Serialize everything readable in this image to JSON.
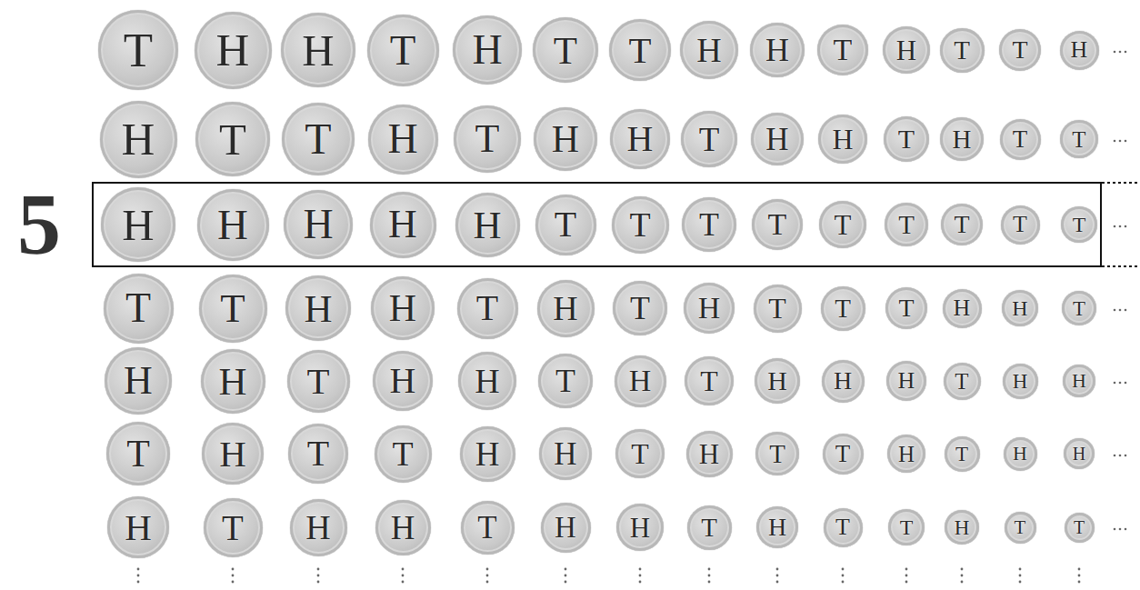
{
  "diagram": {
    "nodes": [
      {
        "text": [
          "T"
        ]
      },
      {
        "text": [
          "H"
        ]
      },
      {
        "text": [
          "H"
        ]
      },
      {
        "text": [
          "T"
        ]
      },
      {
        "text": [
          "H"
        ]
      },
      {
        "text": [
          "T"
        ]
      },
      {
        "text": [
          "T"
        ]
      },
      {
        "text": [
          "H"
        ]
      },
      {
        "text": [
          "H"
        ]
      },
      {
        "text": [
          "T"
        ]
      },
      {
        "text": [
          "H"
        ]
      },
      {
        "text": [
          "T"
        ]
      },
      {
        "text": [
          "T"
        ]
      },
      {
        "text": [
          "H"
        ]
      },
      {
        "text": [
          "H"
        ]
      },
      {
        "text": [
          "T"
        ]
      },
      {
        "text": [
          "T"
        ]
      },
      {
        "text": [
          "H"
        ]
      },
      {
        "text": [
          "T"
        ]
      },
      {
        "text": [
          "H"
        ]
      },
      {
        "text": [
          "H"
        ]
      },
      {
        "text": [
          "T"
        ]
      },
      {
        "text": [
          "H"
        ]
      },
      {
        "text": [
          "H"
        ]
      },
      {
        "text": [
          "T"
        ]
      },
      {
        "text": [
          "H"
        ]
      },
      {
        "text": [
          "T"
        ]
      },
      {
        "text": [
          "T"
        ]
      },
      {
        "text": [
          "5"
        ]
      },
      {
        "text": [
          "H"
        ],
        "in": 28
      },
      {
        "text": [
          "H"
        ],
        "in": 28
      },
      {
        "text": [
          "H"
        ],
        "in": 28
      },
      {
        "text": [
          "H"
        ],
        "in": 28
      },
      {
        "text": [
          "H"
        ],
        "in": 28
      },
      {
        "text": [
          "T"
        ],
        "in": 28
      },
      {
        "text": [
          "T"
        ],
        "in": 28
      },
      {
        "text": [
          "T"
        ],
        "in": 28
      },
      {
        "text": [
          "T"
        ],
        "in": 28
      },
      {
        "text": [
          "T"
        ],
        "in": 28
      },
      {
        "text": [
          "T"
        ],
        "in": 28
      },
      {
        "text": [
          "T"
        ],
        "in": 28
      },
      {
        "text": [
          "T"
        ],
        "in": 28
      },
      {
        "text": [
          "T"
        ],
        "in": 28
      },
      {
        "text": [
          "T"
        ]
      },
      {
        "text": [
          "T"
        ]
      },
      {
        "text": [
          "H"
        ]
      },
      {
        "text": [
          "H"
        ]
      },
      {
        "text": [
          "T"
        ]
      },
      {
        "text": [
          "H"
        ]
      },
      {
        "text": [
          "T"
        ]
      },
      {
        "text": [
          "H"
        ]
      },
      {
        "text": [
          "T"
        ]
      },
      {
        "text": [
          "T"
        ]
      },
      {
        "text": [
          "T"
        ]
      },
      {
        "text": [
          "H"
        ]
      },
      {
        "text": [
          "H"
        ]
      },
      {
        "text": [
          "T"
        ]
      },
      {
        "text": [
          "H"
        ]
      },
      {
        "text": [
          "H"
        ]
      },
      {
        "text": [
          "T"
        ]
      },
      {
        "text": [
          "H"
        ]
      },
      {
        "text": [
          "H"
        ]
      },
      {
        "text": [
          "T"
        ]
      },
      {
        "text": [
          "H"
        ]
      },
      {
        "text": [
          "T"
        ]
      },
      {
        "text": [
          "H"
        ]
      },
      {
        "text": [
          "H"
        ]
      },
      {
        "text": [
          "H"
        ]
      },
      {
        "text": [
          "T"
        ]
      },
      {
        "text": [
          "H"
        ]
      },
      {
        "text": [
          "H"
        ]
      },
      {
        "text": [
          "T"
        ]
      },
      {
        "text": [
          "H"
        ]
      },
      {
        "text": [
          "T"
        ]
      },
      {
        "text": [
          "T"
        ]
      },
      {
        "text": [
          "H"
        ]
      },
      {
        "text": [
          "H"
        ]
      },
      {
        "text": [
          "T"
        ]
      },
      {
        "text": [
          "H"
        ]
      },
      {
        "text": [
          "T"
        ]
      },
      {
        "text": [
          "T"
        ]
      },
      {
        "text": [
          "H"
        ]
      },
      {
        "text": [
          "T"
        ]
      },
      {
        "text": [
          "H"
        ]
      },
      {
        "text": [
          "H"
        ]
      },
      {
        "text": [
          "H"
        ]
      },
      {
        "text": [
          "T"
        ]
      },
      {
        "text": [
          "H"
        ]
      },
      {
        "text": [
          "H"
        ]
      },
      {
        "text": [
          "T"
        ]
      },
      {
        "text": [
          "H"
        ]
      },
      {
        "text": [
          "H"
        ]
      },
      {
        "text": [
          "T"
        ]
      },
      {
        "text": [
          "H"
        ]
      },
      {
        "text": [
          "T"
        ]
      },
      {
        "text": [
          "T"
        ]
      },
      {
        "text": [
          "H"
        ]
      },
      {
        "text": [
          "T"
        ]
      },
      {
        "text": [
          "T"
        ]
      }
    ]
  }
}
